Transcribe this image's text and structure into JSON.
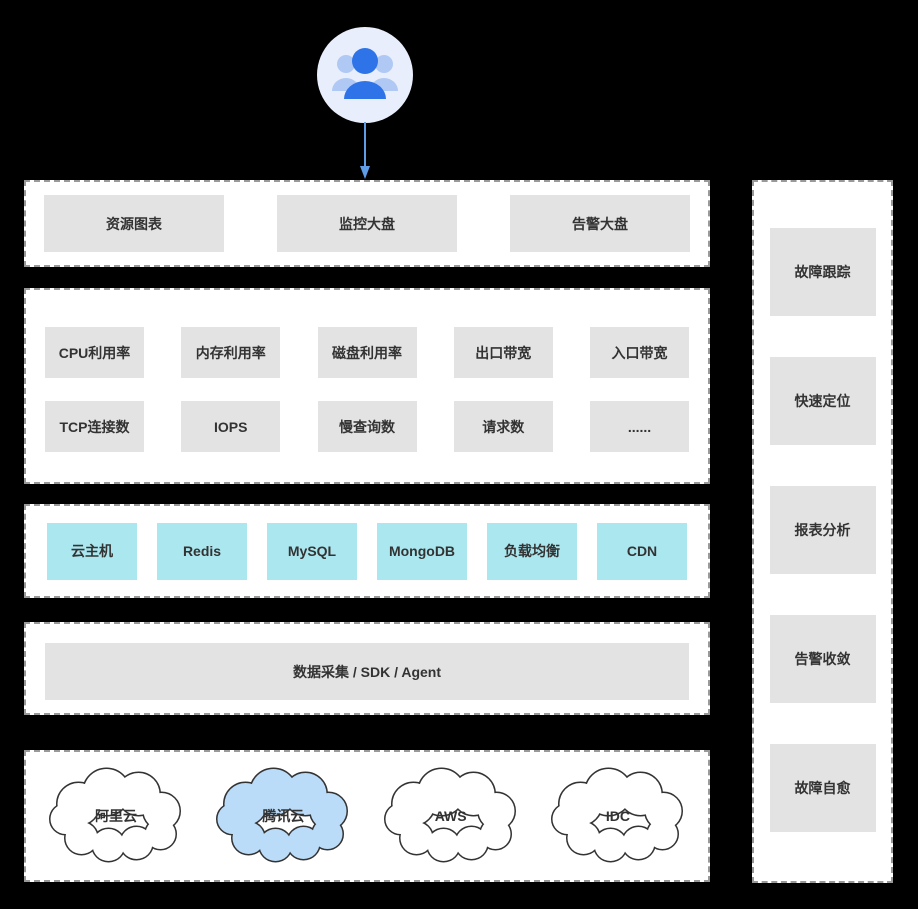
{
  "icons": {
    "user_badge": "users-group-icon",
    "arrow": "arrow-down-icon",
    "provider_shape": "cloud-shape-icon"
  },
  "dashboards": {
    "items": [
      "资源图表",
      "监控大盘",
      "告警大盘"
    ]
  },
  "metrics": {
    "row1": [
      "CPU利用率",
      "内存利用率",
      "磁盘利用率",
      "出口带宽",
      "入口带宽"
    ],
    "row2": [
      "TCP连接数",
      "IOPS",
      "慢查询数",
      "请求数",
      "......"
    ]
  },
  "resources": {
    "items": [
      "云主机",
      "Redis",
      "MySQL",
      "MongoDB",
      "负载均衡",
      "CDN"
    ]
  },
  "collection": {
    "label": "数据采集 / SDK / Agent"
  },
  "providers": {
    "items": [
      {
        "label": "阿里云",
        "highlighted": false
      },
      {
        "label": "腾讯云",
        "highlighted": true
      },
      {
        "label": "AWS",
        "highlighted": false
      },
      {
        "label": "IDC",
        "highlighted": false
      }
    ]
  },
  "capabilities": {
    "items": [
      "故障跟踪",
      "快速定位",
      "报表分析",
      "告警收敛",
      "故障自愈"
    ]
  },
  "colors": {
    "background": "#000000",
    "panel_fill": "#FFFFFF",
    "panel_border": "#999999",
    "box_gray": "#E3E3E3",
    "box_cyan": "#ABE7EF",
    "cloud_highlight_fill": "#BBDCF8",
    "cloud_outline": "#333333",
    "text": "#333333",
    "badge_background": "#E8EEFB",
    "person_primary": "#2E74E8",
    "person_secondary": "#AFC9F4",
    "arrow": "#5E9CE8"
  }
}
